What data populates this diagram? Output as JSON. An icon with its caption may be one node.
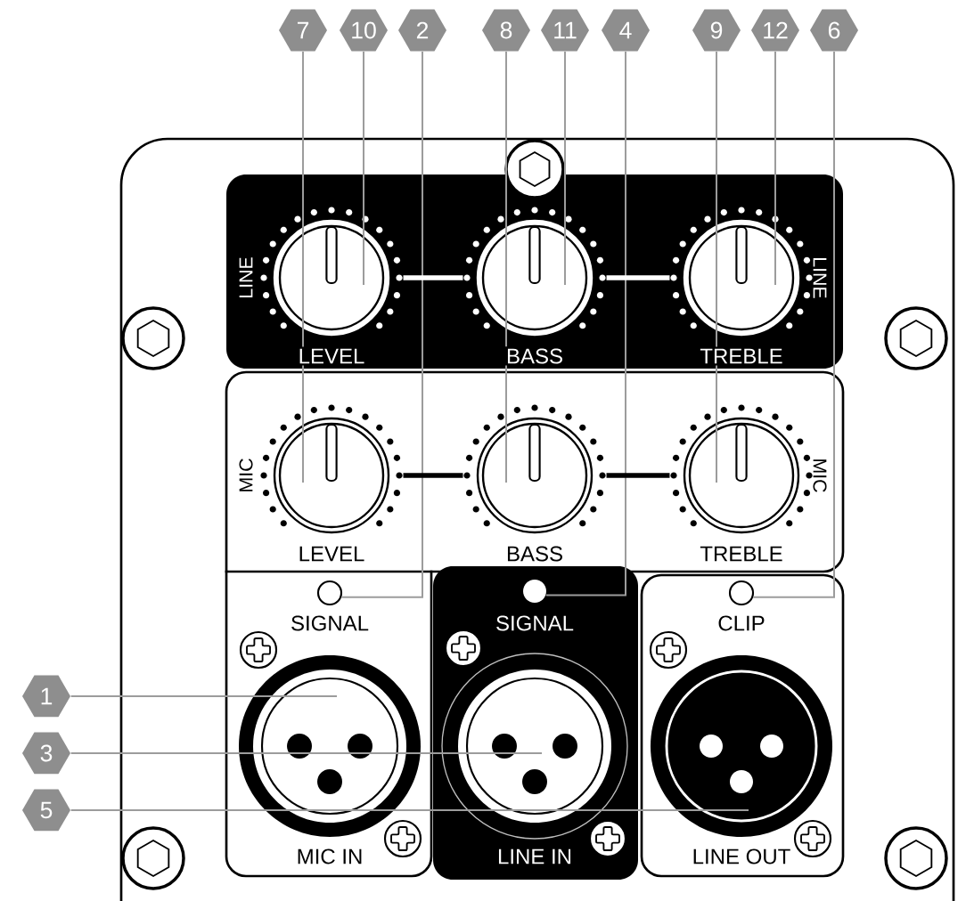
{
  "diagram": {
    "nodes": [
      {
        "text": [
          "7"
        ]
      },
      {
        "text": [
          "10"
        ]
      },
      {
        "text": [
          "2"
        ]
      },
      {
        "text": [
          "8"
        ]
      },
      {
        "text": [
          "11"
        ]
      },
      {
        "text": [
          "4"
        ]
      },
      {
        "text": [
          "9"
        ]
      },
      {
        "text": [
          "12"
        ]
      },
      {
        "text": [
          "6"
        ]
      },
      {
        "text": [
          "LINE",
          "LINE"
        ]
      },
      {
        "text": [
          "LEVEL"
        ],
        "in": 9
      },
      {
        "text": [
          "BASS"
        ],
        "in": 9
      },
      {
        "text": [
          "TREBLE"
        ],
        "in": 9
      },
      {
        "text": [
          "MIC",
          "MIC"
        ]
      },
      {
        "text": [
          "LEVEL"
        ],
        "in": 13
      },
      {
        "text": [
          "BASS"
        ],
        "in": 13
      },
      {
        "text": [
          "TREBLE"
        ],
        "in": 13
      },
      {
        "text": [
          "SIGNAL",
          "MIC IN"
        ]
      },
      {
        "text": [],
        "shape": "circle",
        "in": 17
      },
      {
        "text": [],
        "shape": "picture",
        "in": 17
      },
      {
        "text": [
          "SIGNAL",
          "LINE IN"
        ]
      },
      {
        "text": [],
        "shape": "circle",
        "in": 20
      },
      {
        "text": [],
        "shape": "picture",
        "in": 20
      },
      {
        "text": [
          "CLIP",
          "LINE OUT"
        ]
      },
      {
        "text": [],
        "shape": "circle",
        "in": 23
      },
      {
        "text": [],
        "shape": "picture",
        "in": 23
      },
      {
        "text": [
          "1"
        ]
      },
      {
        "text": [
          "3"
        ]
      },
      {
        "text": [
          "5"
        ]
      }
    ],
    "edges": [
      {
        "from": 0,
        "to": 14,
        "arrow": "none"
      },
      {
        "from": 1,
        "to": 10,
        "arrow": "none"
      },
      {
        "from": 2,
        "to": 18,
        "arrow": "none"
      },
      {
        "from": 3,
        "to": 15,
        "arrow": "none"
      },
      {
        "from": 4,
        "to": 11,
        "arrow": "none"
      },
      {
        "from": 5,
        "to": 21,
        "arrow": "none"
      },
      {
        "from": 6,
        "to": 16,
        "arrow": "none"
      },
      {
        "from": 7,
        "to": 12,
        "arrow": "none"
      },
      {
        "from": 8,
        "to": 24,
        "arrow": "none"
      },
      {
        "from": 10,
        "to": 11,
        "arrow": "none",
        "style": "thick",
        "color": "#ffffff"
      },
      {
        "from": 11,
        "to": 12,
        "arrow": "none",
        "style": "thick",
        "color": "#ffffff"
      },
      {
        "from": 14,
        "to": 15,
        "arrow": "none",
        "style": "thick",
        "color": "#000000"
      },
      {
        "from": 15,
        "to": 16,
        "arrow": "none",
        "style": "thick",
        "color": "#000000"
      },
      {
        "from": 26,
        "to": 19,
        "arrow": "none"
      },
      {
        "from": 27,
        "to": 22,
        "arrow": "none"
      },
      {
        "from": 28,
        "to": 25,
        "arrow": "none"
      }
    ]
  }
}
